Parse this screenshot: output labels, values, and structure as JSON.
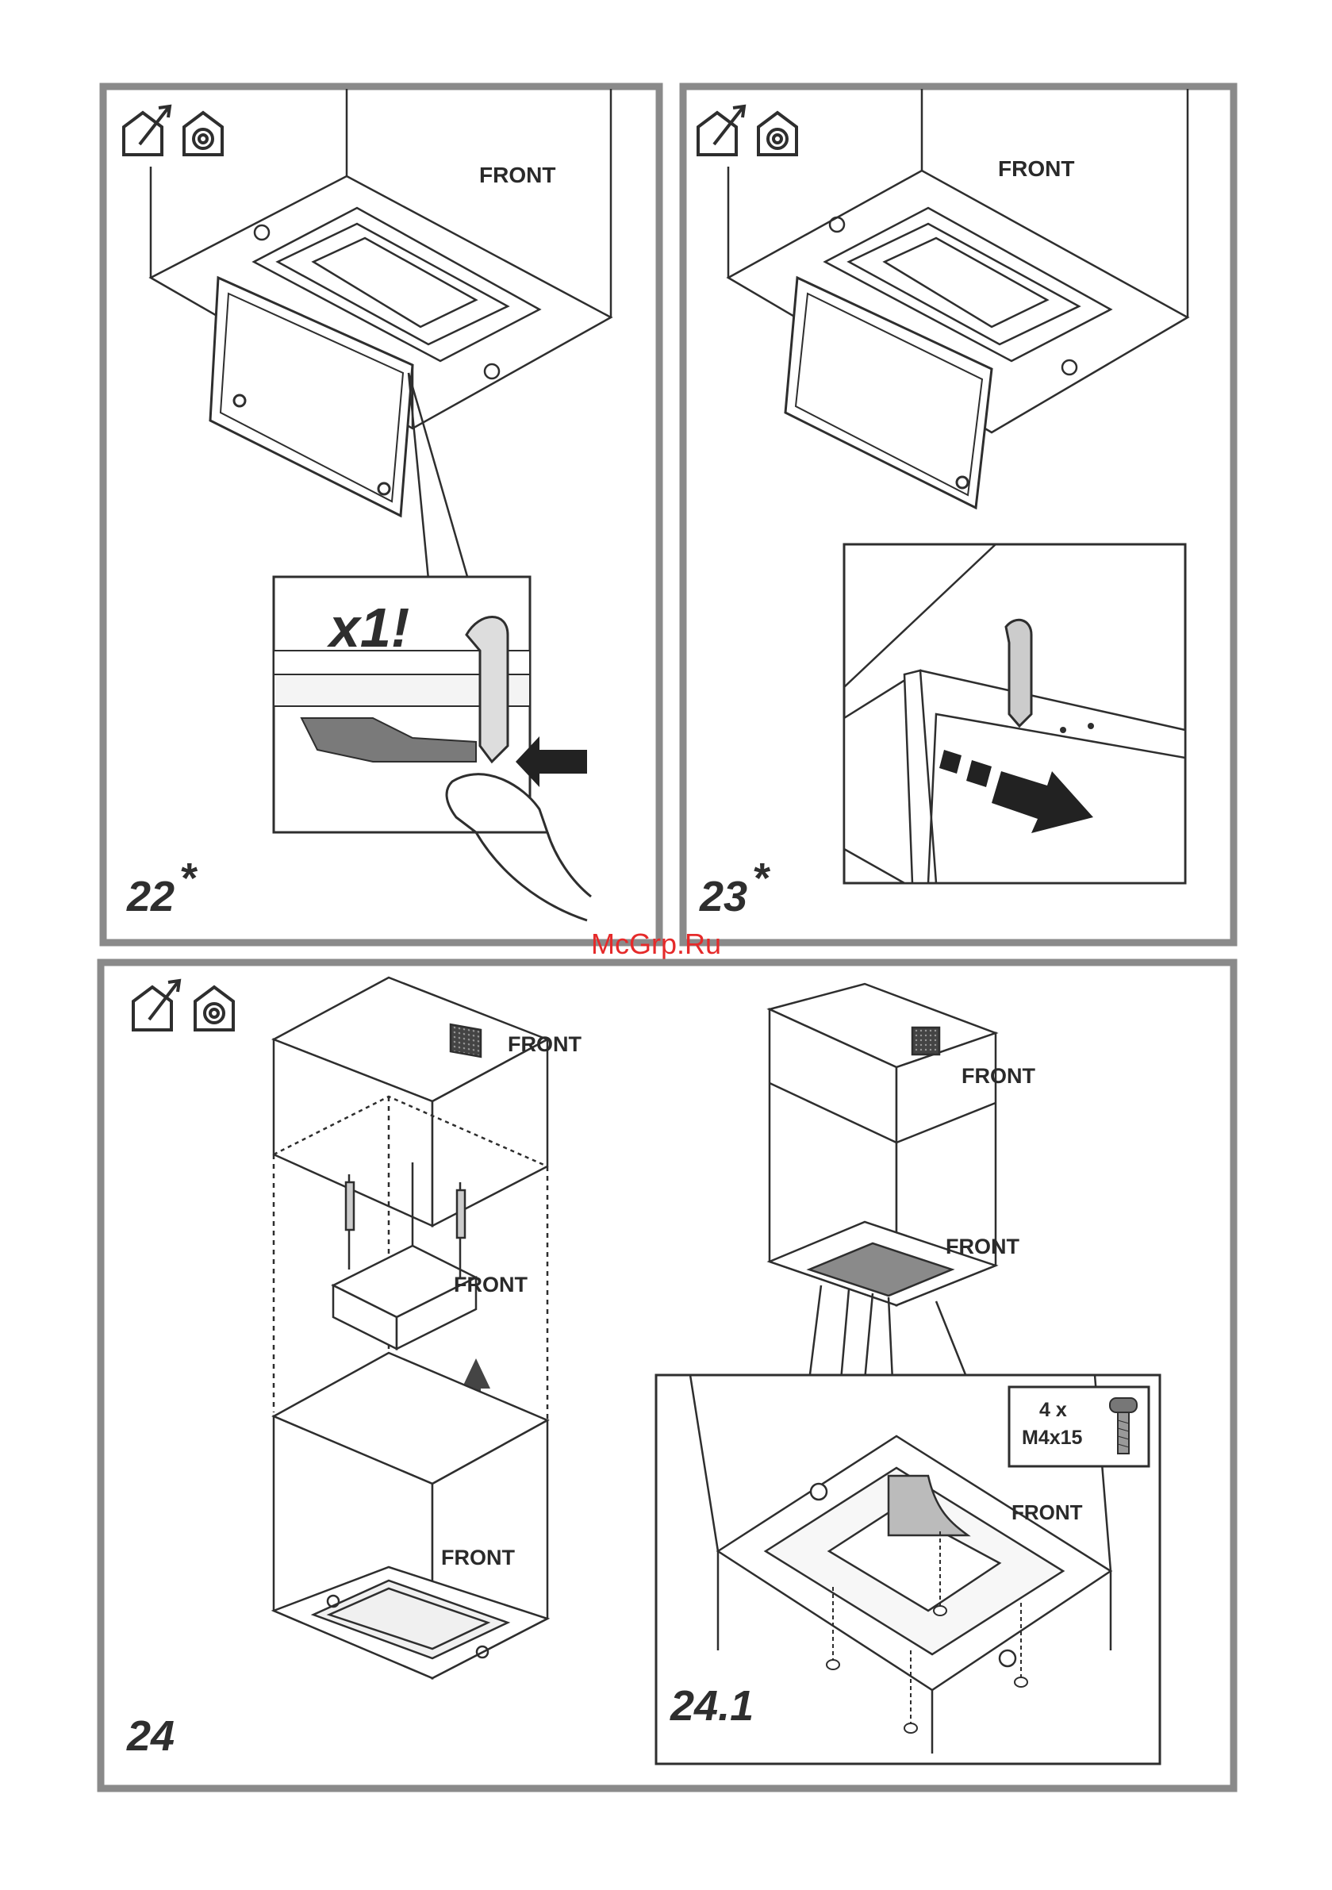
{
  "watermark": "McGrp.Ru",
  "steps": {
    "s22": {
      "number": "22",
      "mark": "*",
      "callout": "x1!",
      "front": "FRONT"
    },
    "s23": {
      "number": "23",
      "mark": "*",
      "front": "FRONT"
    },
    "s24": {
      "number": "24",
      "front_top": "FRONT",
      "front_frame": "FRONT",
      "front_bottom": "FRONT"
    },
    "s24_1": {
      "number": "24.1",
      "front_top": "FRONT",
      "front_mid": "FRONT",
      "front_detail": "FRONT",
      "screw_qty": "4 x",
      "screw_size": "M4x15"
    }
  },
  "icons": [
    "vent-out-icon",
    "recirculation-icon"
  ],
  "colors": {
    "frame": "#8a8a8a",
    "line": "#2e2e2e",
    "fill": "#ffffff",
    "filter": "#9a9a9a",
    "watermark": "#e52a2a"
  }
}
